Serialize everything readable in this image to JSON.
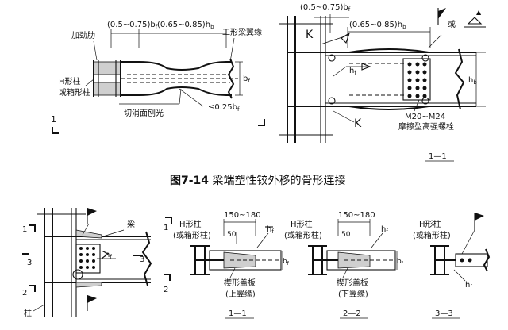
{
  "top_left": {
    "dim_a": "(0.5~0.75)b",
    "dim_a_sub": "f",
    "dim_b": "(0.65~0.85)h",
    "dim_b_sub": "b",
    "stiffener": "加劲肋",
    "beam_flange": "工形梁翼缘",
    "column_1": "H形柱",
    "column_2": "或箱形柱",
    "bf": "b",
    "bf_sub": "f",
    "cut_polish": "切消面刨光",
    "cut_depth": "≤0.25b",
    "cut_depth_sub": "f",
    "section_mark": "1"
  },
  "top_right": {
    "dim_a": "(0.5~0.75)b",
    "dim_a_sub": "f",
    "dim_b": "(0.65~0.85)h",
    "dim_b_sub": "b",
    "or": "或",
    "hf": "h",
    "hf_sub": "f",
    "hb": "h",
    "hb_sub": "b",
    "bolt_spec": "M20~M24",
    "bolt_type": "摩擦型高强螺栓",
    "section_label": "1—1"
  },
  "caption": {
    "fig_no": "图7-14",
    "title": " 梁端塑性铰外移的骨形连接"
  },
  "bottom_1": {
    "beam": "梁",
    "hf": "h",
    "hf_sub": "f",
    "mark_1": "1",
    "mark_2": "2",
    "mark_3": "3",
    "column": "柱"
  },
  "bottom_2": {
    "dim": "150~180",
    "dim_50": "50",
    "col_1": "H形柱",
    "col_2": "(或箱形柱)",
    "hf": "h",
    "hf_sub": "f",
    "bf": "b",
    "bf_sub": "f",
    "plate": "楔形盖板",
    "flange": "(上翼缘)",
    "section_label": "1—1"
  },
  "bottom_3": {
    "dim": "150~180",
    "dim_50": "50",
    "col_1": "H形柱",
    "col_2": "(或箱形柱)",
    "hf": "h",
    "hf_sub": "f",
    "bf": "b",
    "bf_sub": "f",
    "plate": "楔形盖板",
    "flange": "(下翼缘)",
    "section_label": "2—2"
  },
  "bottom_4": {
    "col_1": "H形柱",
    "col_2": "(或箱形柱)",
    "hf": "h",
    "hf_sub": "f",
    "section_label": "3—3"
  }
}
